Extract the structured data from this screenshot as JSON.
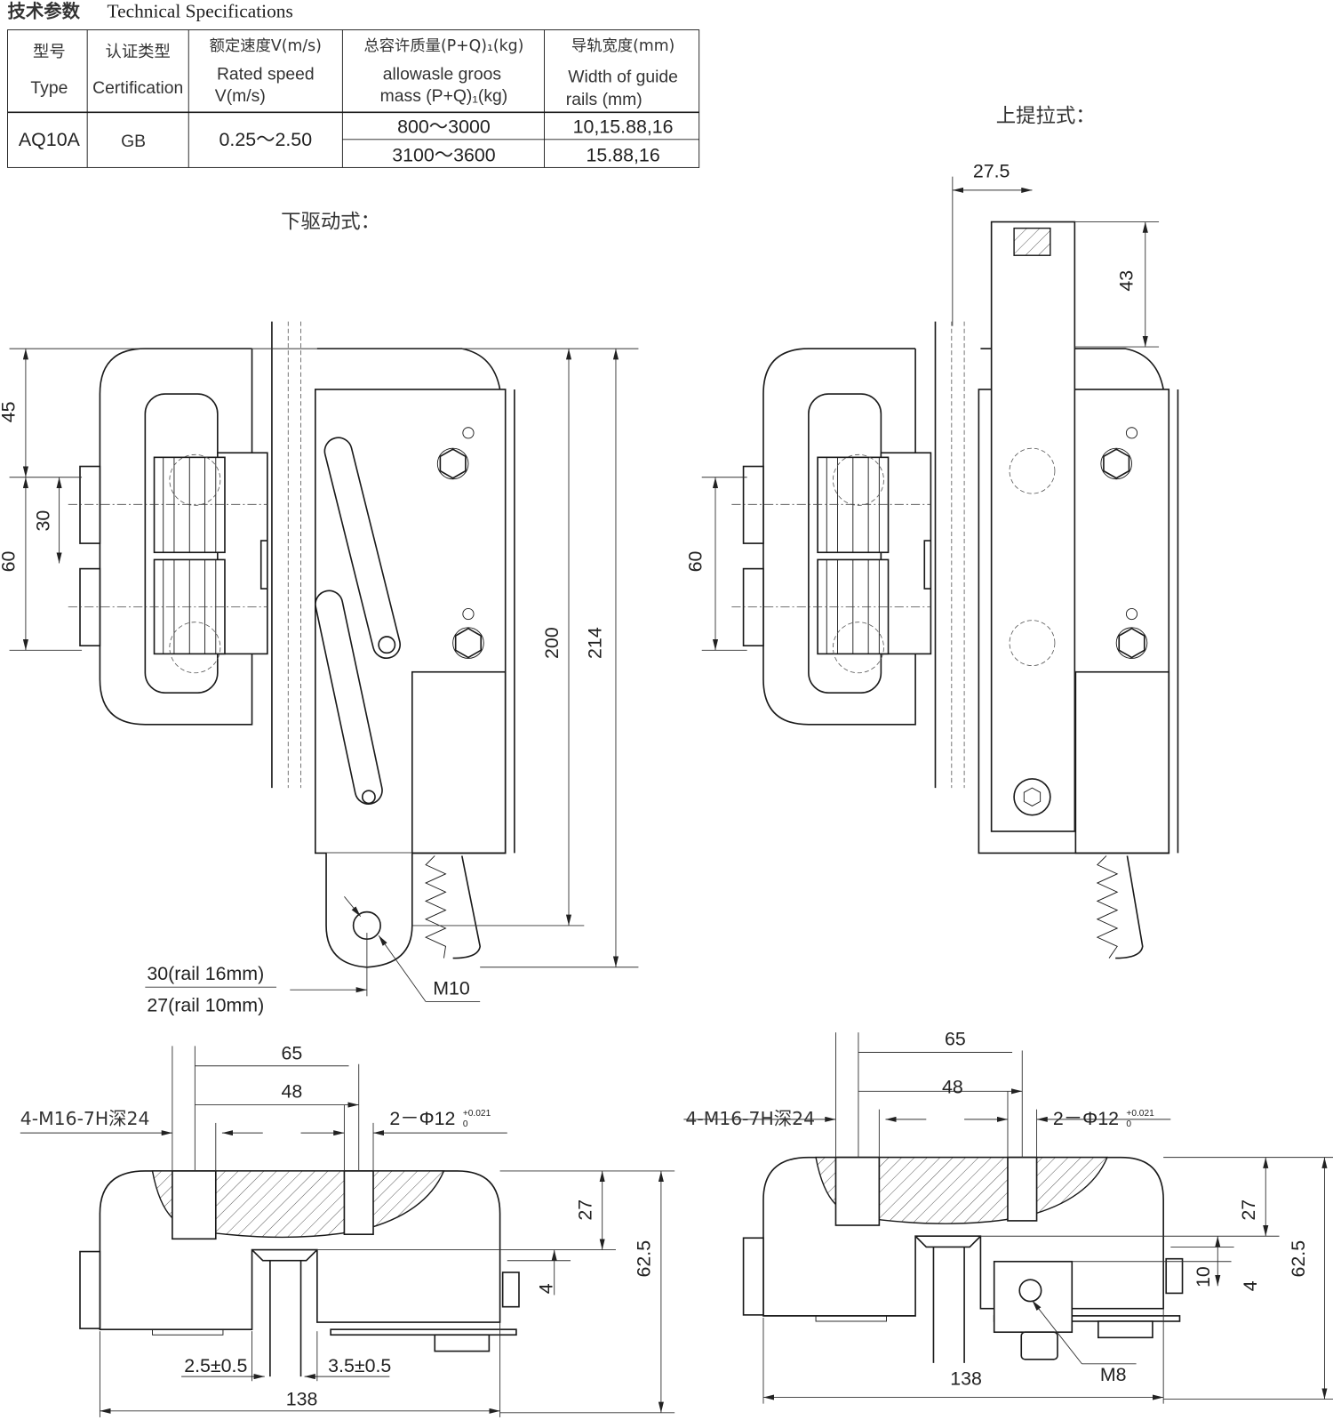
{
  "heading": {
    "cn": "技术参数",
    "en": "Technical Specifications"
  },
  "table": {
    "headers": [
      {
        "cn": "型号",
        "en": "Type"
      },
      {
        "cn": "认证类型",
        "en": "Certification"
      },
      {
        "cn": "额定速度V(m/s)",
        "en1": "Rated speed",
        "en2": "V(m/s)"
      },
      {
        "cn": "总容许质量(P+Q)₁(kg)",
        "en1": "allowasle groos",
        "en2": "mass (P+Q)₁(kg)"
      },
      {
        "cn": "导轨宽度(mm)",
        "en1": "Width of guide",
        "en2": "rails (mm)"
      }
    ],
    "type": "AQ10A",
    "certification": "GB",
    "speed": "0.25～2.50",
    "rows": [
      {
        "mass": "800～3000",
        "rail_width": "10,15.88,16"
      },
      {
        "mass": "3100～3600",
        "rail_width": "15.88,16"
      }
    ]
  },
  "left_view": {
    "title": "下驱动式：",
    "dims": {
      "d45": "45",
      "d30": "30",
      "d60": "60",
      "d200": "200",
      "d214": "214",
      "m10": "M10",
      "rail16": "30(rail 16mm)",
      "rail10": "27(rail 10mm)"
    }
  },
  "right_view": {
    "title": "上提拉式：",
    "dims": {
      "d27_5": "27.5",
      "d43": "43",
      "d60": "60"
    }
  },
  "bottom_left": {
    "dims": {
      "d65": "65",
      "d48": "48",
      "thread": "4-M16-7H深24",
      "hole": "2－Φ12",
      "tol_upper": "+0.021",
      "tol_lower": "0",
      "d27": "27",
      "d62_5": "62.5",
      "d4": "4",
      "gap1": "2.5±0.5",
      "gap2": "3.5±0.5",
      "d138": "138"
    }
  },
  "bottom_right": {
    "dims": {
      "d65": "65",
      "d48": "48",
      "thread": "4-M16-7H深24",
      "hole": "2－Φ12",
      "tol_upper": "+0.021",
      "tol_lower": "0",
      "d27": "27",
      "d62_5": "62.5",
      "d10": "10",
      "d4": "4",
      "m8": "M8",
      "d138": "138"
    }
  }
}
